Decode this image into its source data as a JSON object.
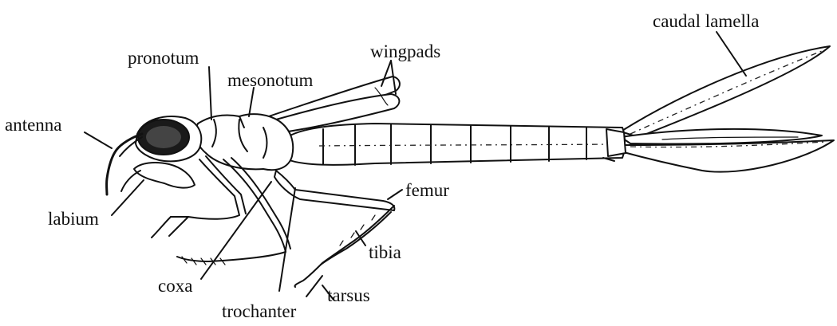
{
  "diagram": {
    "labels": {
      "caudal_lamella": "caudal lamella",
      "wingpads": "wingpads",
      "pronotum": "pronotum",
      "mesonotum": "mesonotum",
      "antenna": "antenna",
      "labium": "labium",
      "femur": "femur",
      "tibia": "tibia",
      "coxa": "coxa",
      "tarsus": "tarsus",
      "trochanter": "trochanter"
    }
  }
}
